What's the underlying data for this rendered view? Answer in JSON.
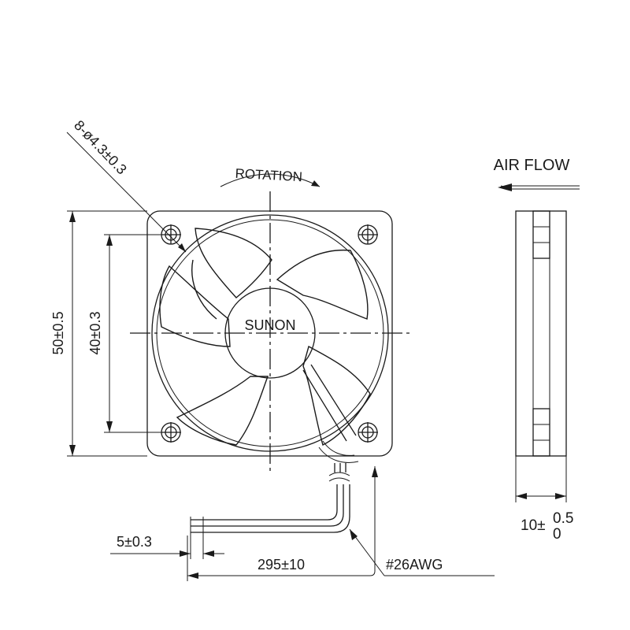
{
  "annotations": {
    "hole_callout": "8-ø4.3±0.3",
    "rotation": "ROTATION",
    "air_flow": "AIR FLOW",
    "brand": "SUNON",
    "outer_dimension": "50±0.5",
    "hole_spacing": "40±0.3",
    "strip_length": "5±0.3",
    "lead_length": "295±10",
    "wire_gauge": "#26AWG",
    "thickness_base": "10±",
    "thickness_tol_upper": "0.5",
    "thickness_tol_lower": "0"
  }
}
